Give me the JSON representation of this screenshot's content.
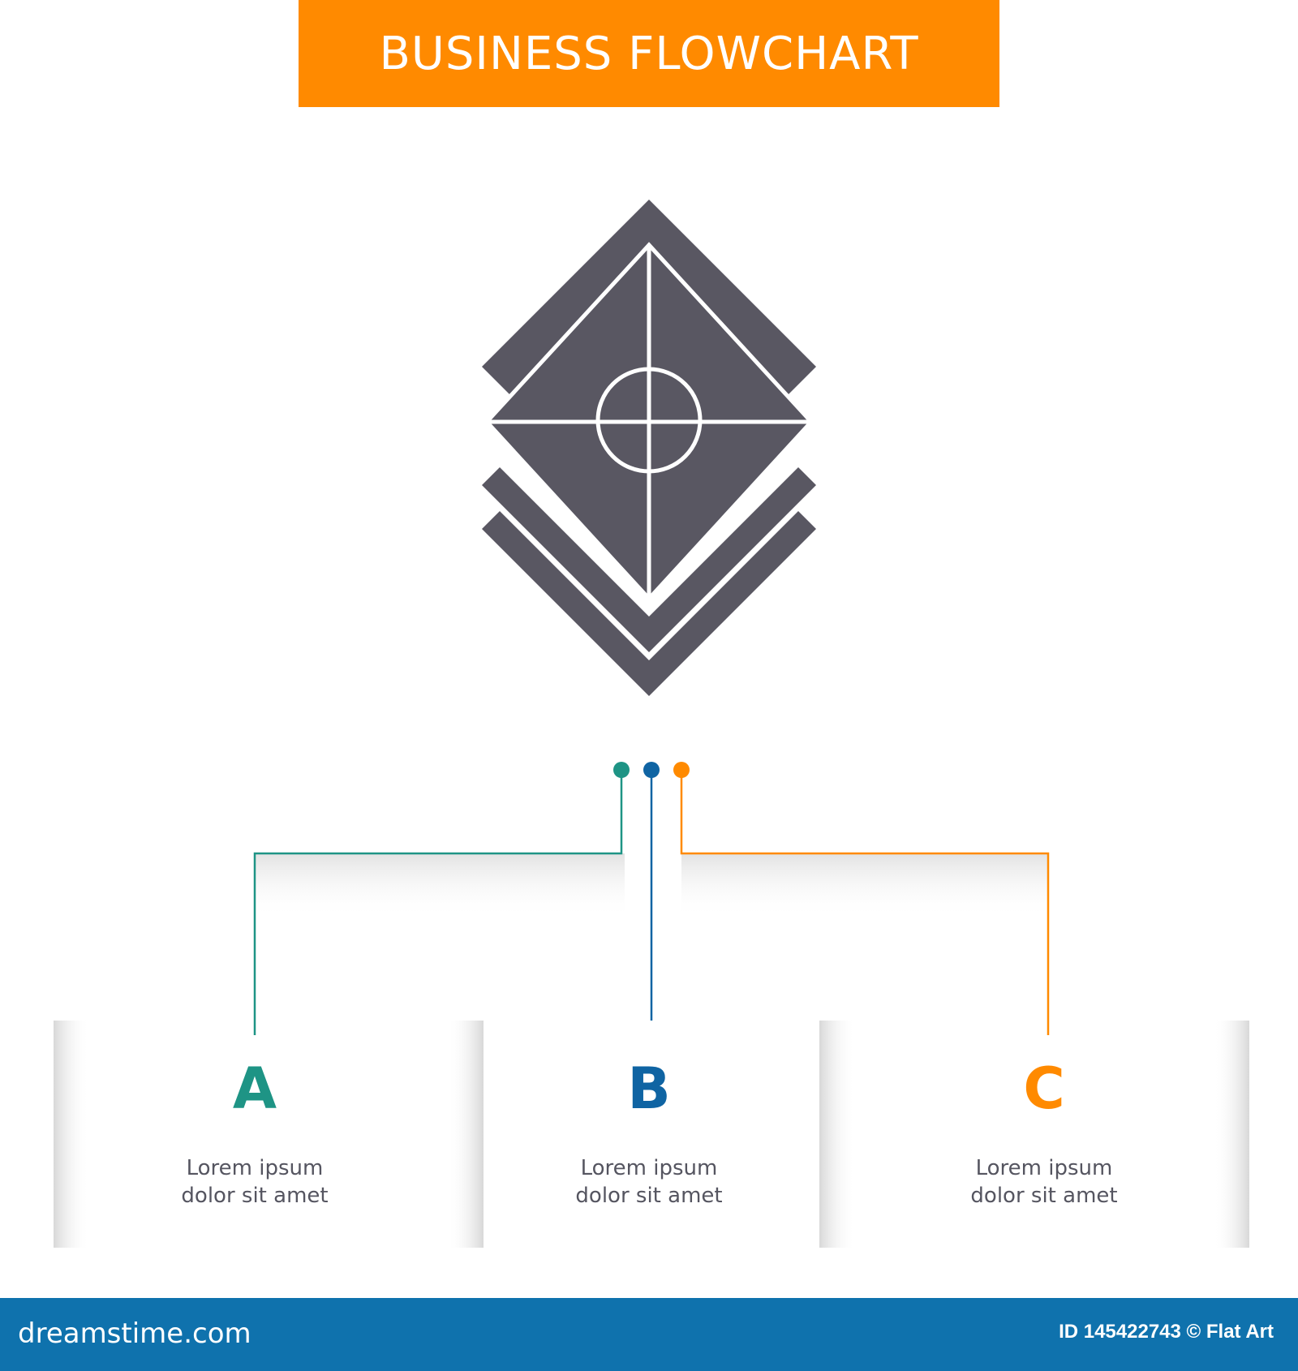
{
  "header": {
    "title": "BUSINESS FLOWCHART"
  },
  "icon": {
    "name": "layers-target-icon",
    "color": "#595762"
  },
  "colors": {
    "banner": "#ff8a00",
    "footer": "#0f72ad",
    "a": "#1e9485",
    "b": "#0f64a3",
    "c": "#ff8a00"
  },
  "steps": [
    {
      "letter": "A",
      "text_line1": "Lorem ipsum",
      "text_line2": "dolor sit amet"
    },
    {
      "letter": "B",
      "text_line1": "Lorem ipsum",
      "text_line2": "dolor sit amet"
    },
    {
      "letter": "C",
      "text_line1": "Lorem ipsum",
      "text_line2": "dolor sit amet"
    }
  ],
  "footer": {
    "logo": "dreamstime.com",
    "id_text": "ID 145422743 © Flat Art"
  }
}
